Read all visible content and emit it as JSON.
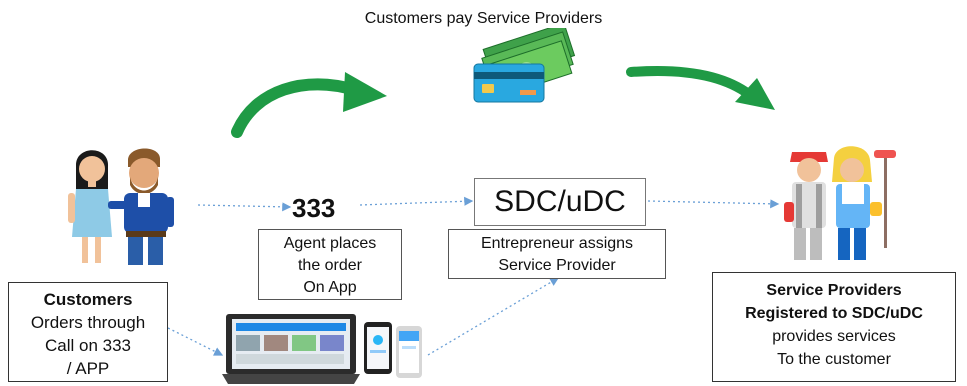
{
  "top_caption": "Customers pay Service Providers",
  "agent": {
    "number": "333",
    "lines": [
      "Agent places",
      "the order",
      "On App"
    ]
  },
  "sdc": {
    "title": "SDC/uDC",
    "lines": [
      "Entrepreneur assigns",
      "Service Provider"
    ]
  },
  "customers": {
    "title": "Customers",
    "lines": [
      "Orders through",
      "Call on 333",
      "/ APP"
    ]
  },
  "providers": {
    "title_lines": [
      "Service Providers",
      "Registered to SDC/uDC"
    ],
    "lines": [
      "provides services",
      "To the customer"
    ]
  },
  "colors": {
    "arrow_green": "#1f9a45",
    "cash_green": "#4caf50",
    "card_blue": "#29a8e0",
    "dotted_blue": "#6a9fd6"
  }
}
